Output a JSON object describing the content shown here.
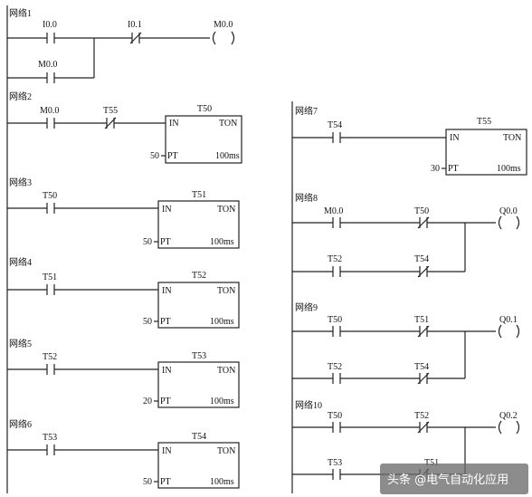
{
  "networks": [
    {
      "label": "网络1",
      "contacts": [
        "I0.0",
        "I0.1",
        "M0.0"
      ],
      "coil": "M0.0"
    },
    {
      "label": "网络2",
      "contacts": [
        "M0.0",
        "T55"
      ],
      "timer": {
        "name": "T50",
        "in": "IN",
        "type": "TON",
        "pt_value": "50",
        "pt": "PT",
        "base": "100ms"
      }
    },
    {
      "label": "网络3",
      "contacts": [
        "T50"
      ],
      "timer": {
        "name": "T51",
        "in": "IN",
        "type": "TON",
        "pt_value": "50",
        "pt": "PT",
        "base": "100ms"
      }
    },
    {
      "label": "网络4",
      "contacts": [
        "T51"
      ],
      "timer": {
        "name": "T52",
        "in": "IN",
        "type": "TON",
        "pt_value": "50",
        "pt": "PT",
        "base": "100ms"
      }
    },
    {
      "label": "网络5",
      "contacts": [
        "T52"
      ],
      "timer": {
        "name": "T53",
        "in": "IN",
        "type": "TON",
        "pt_value": "20",
        "pt": "PT",
        "base": "100ms"
      }
    },
    {
      "label": "网络6",
      "contacts": [
        "T53"
      ],
      "timer": {
        "name": "T54",
        "in": "IN",
        "type": "TON",
        "pt_value": "50",
        "pt": "PT",
        "base": "100ms"
      }
    },
    {
      "label": "网络7",
      "contacts": [
        "T54"
      ],
      "timer": {
        "name": "T55",
        "in": "IN",
        "type": "TON",
        "pt_value": "30",
        "pt": "PT",
        "base": "100ms"
      }
    },
    {
      "label": "网络8",
      "contacts": [
        "M0.0",
        "T50",
        "T52",
        "T54"
      ],
      "coil": "Q0.0"
    },
    {
      "label": "网络9",
      "contacts": [
        "T50",
        "T51",
        "T52",
        "T54"
      ],
      "coil": "Q0.1"
    },
    {
      "label": "网络10",
      "contacts": [
        "T50",
        "T52",
        "T53",
        "T51"
      ],
      "coil": "Q0.2"
    }
  ],
  "watermark": "头条 @电气自动化应用",
  "colors": {
    "line": "#222222",
    "text": "#111111",
    "watermark_bg": "#6b6b6b"
  }
}
